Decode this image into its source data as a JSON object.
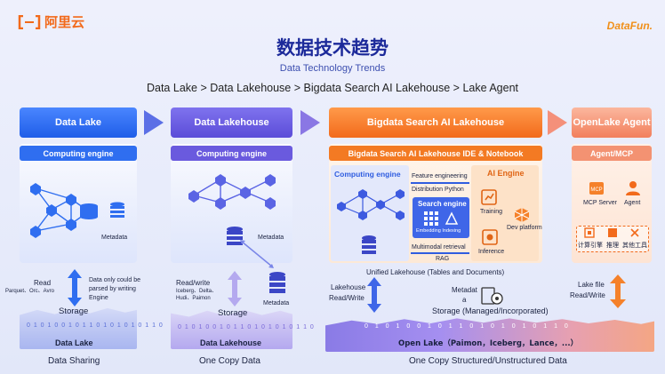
{
  "header": {
    "brand_left": "阿里云",
    "brand_right": "DataFun.",
    "title": "数据技术趋势",
    "subtitle": "Data Technology Trends",
    "path": "Data Lake > Data Lakehouse > Bigdata Search AI Lakehouse > Lake Agent"
  },
  "col1": {
    "header": "Data Lake",
    "engine": "Computing engine",
    "metadata": "Metadata",
    "read": "Read",
    "formats": "Parquet、Orc、Avro",
    "note1": "Data only could be",
    "note2": "parsed by writing",
    "note3": "Engine",
    "storage": "Storage",
    "lake": "Data Lake",
    "caption": "Data Sharing"
  },
  "col2": {
    "header": "Data Lakehouse",
    "engine": "Computing engine",
    "metadata1": "Metadata",
    "metadata2": "Metadata",
    "rw": "Read/write",
    "formats1": "Iceberg、Delta、",
    "formats2": "Hudi、Paimon",
    "storage": "Storage",
    "lake": "Data Lakehouse",
    "caption": "One Copy Data"
  },
  "col3": {
    "header": "Bigdata Search AI Lakehouse",
    "ide": "Bigdata Search AI Lakehouse IDE & Notebook",
    "engine": "Computing engine",
    "feature": "Feature engineering",
    "distribution": "Distribution Python",
    "search": "Search engine",
    "embedding": "Embedding Indexing",
    "multimodal": "Multimodal retrieval",
    "rag": "RAG",
    "ai_engine": "AI Engine",
    "training": "Training",
    "dev": "Dev platform",
    "inference": "Inference",
    "unified": "Unified Lakehouse (Tables and Documents)",
    "lakehouse_rw1": "Lakehouse",
    "lakehouse_rw2": "Read/Write",
    "meta1": "Metadat",
    "meta2": "a",
    "storage": "Storage (Managed/Incorporated)"
  },
  "col4": {
    "header": "OpenLake Agent",
    "agent_mcp": "Agent/MCP",
    "mcp_server": "MCP Server",
    "agent": "Agent",
    "tool1": "计算引擎",
    "tool2": "推理",
    "tool3": "其他工具",
    "lakefile1": "Lake file",
    "lakefile2": "Read/Write"
  },
  "bottom": {
    "open_lake": "Open Lake（Paimon，Iceberg，Lance，...）",
    "caption": "One Copy Structured/Unstructured Data"
  },
  "binary": "0 1 0 1 0 0 1 0 1 1 0 1 0 1 0 1 0 1 1 0",
  "colors": {
    "blue": "#2f6ef0",
    "purple": "#6b5cdf",
    "orange": "#f5812a",
    "peach": "#f79a7d"
  }
}
